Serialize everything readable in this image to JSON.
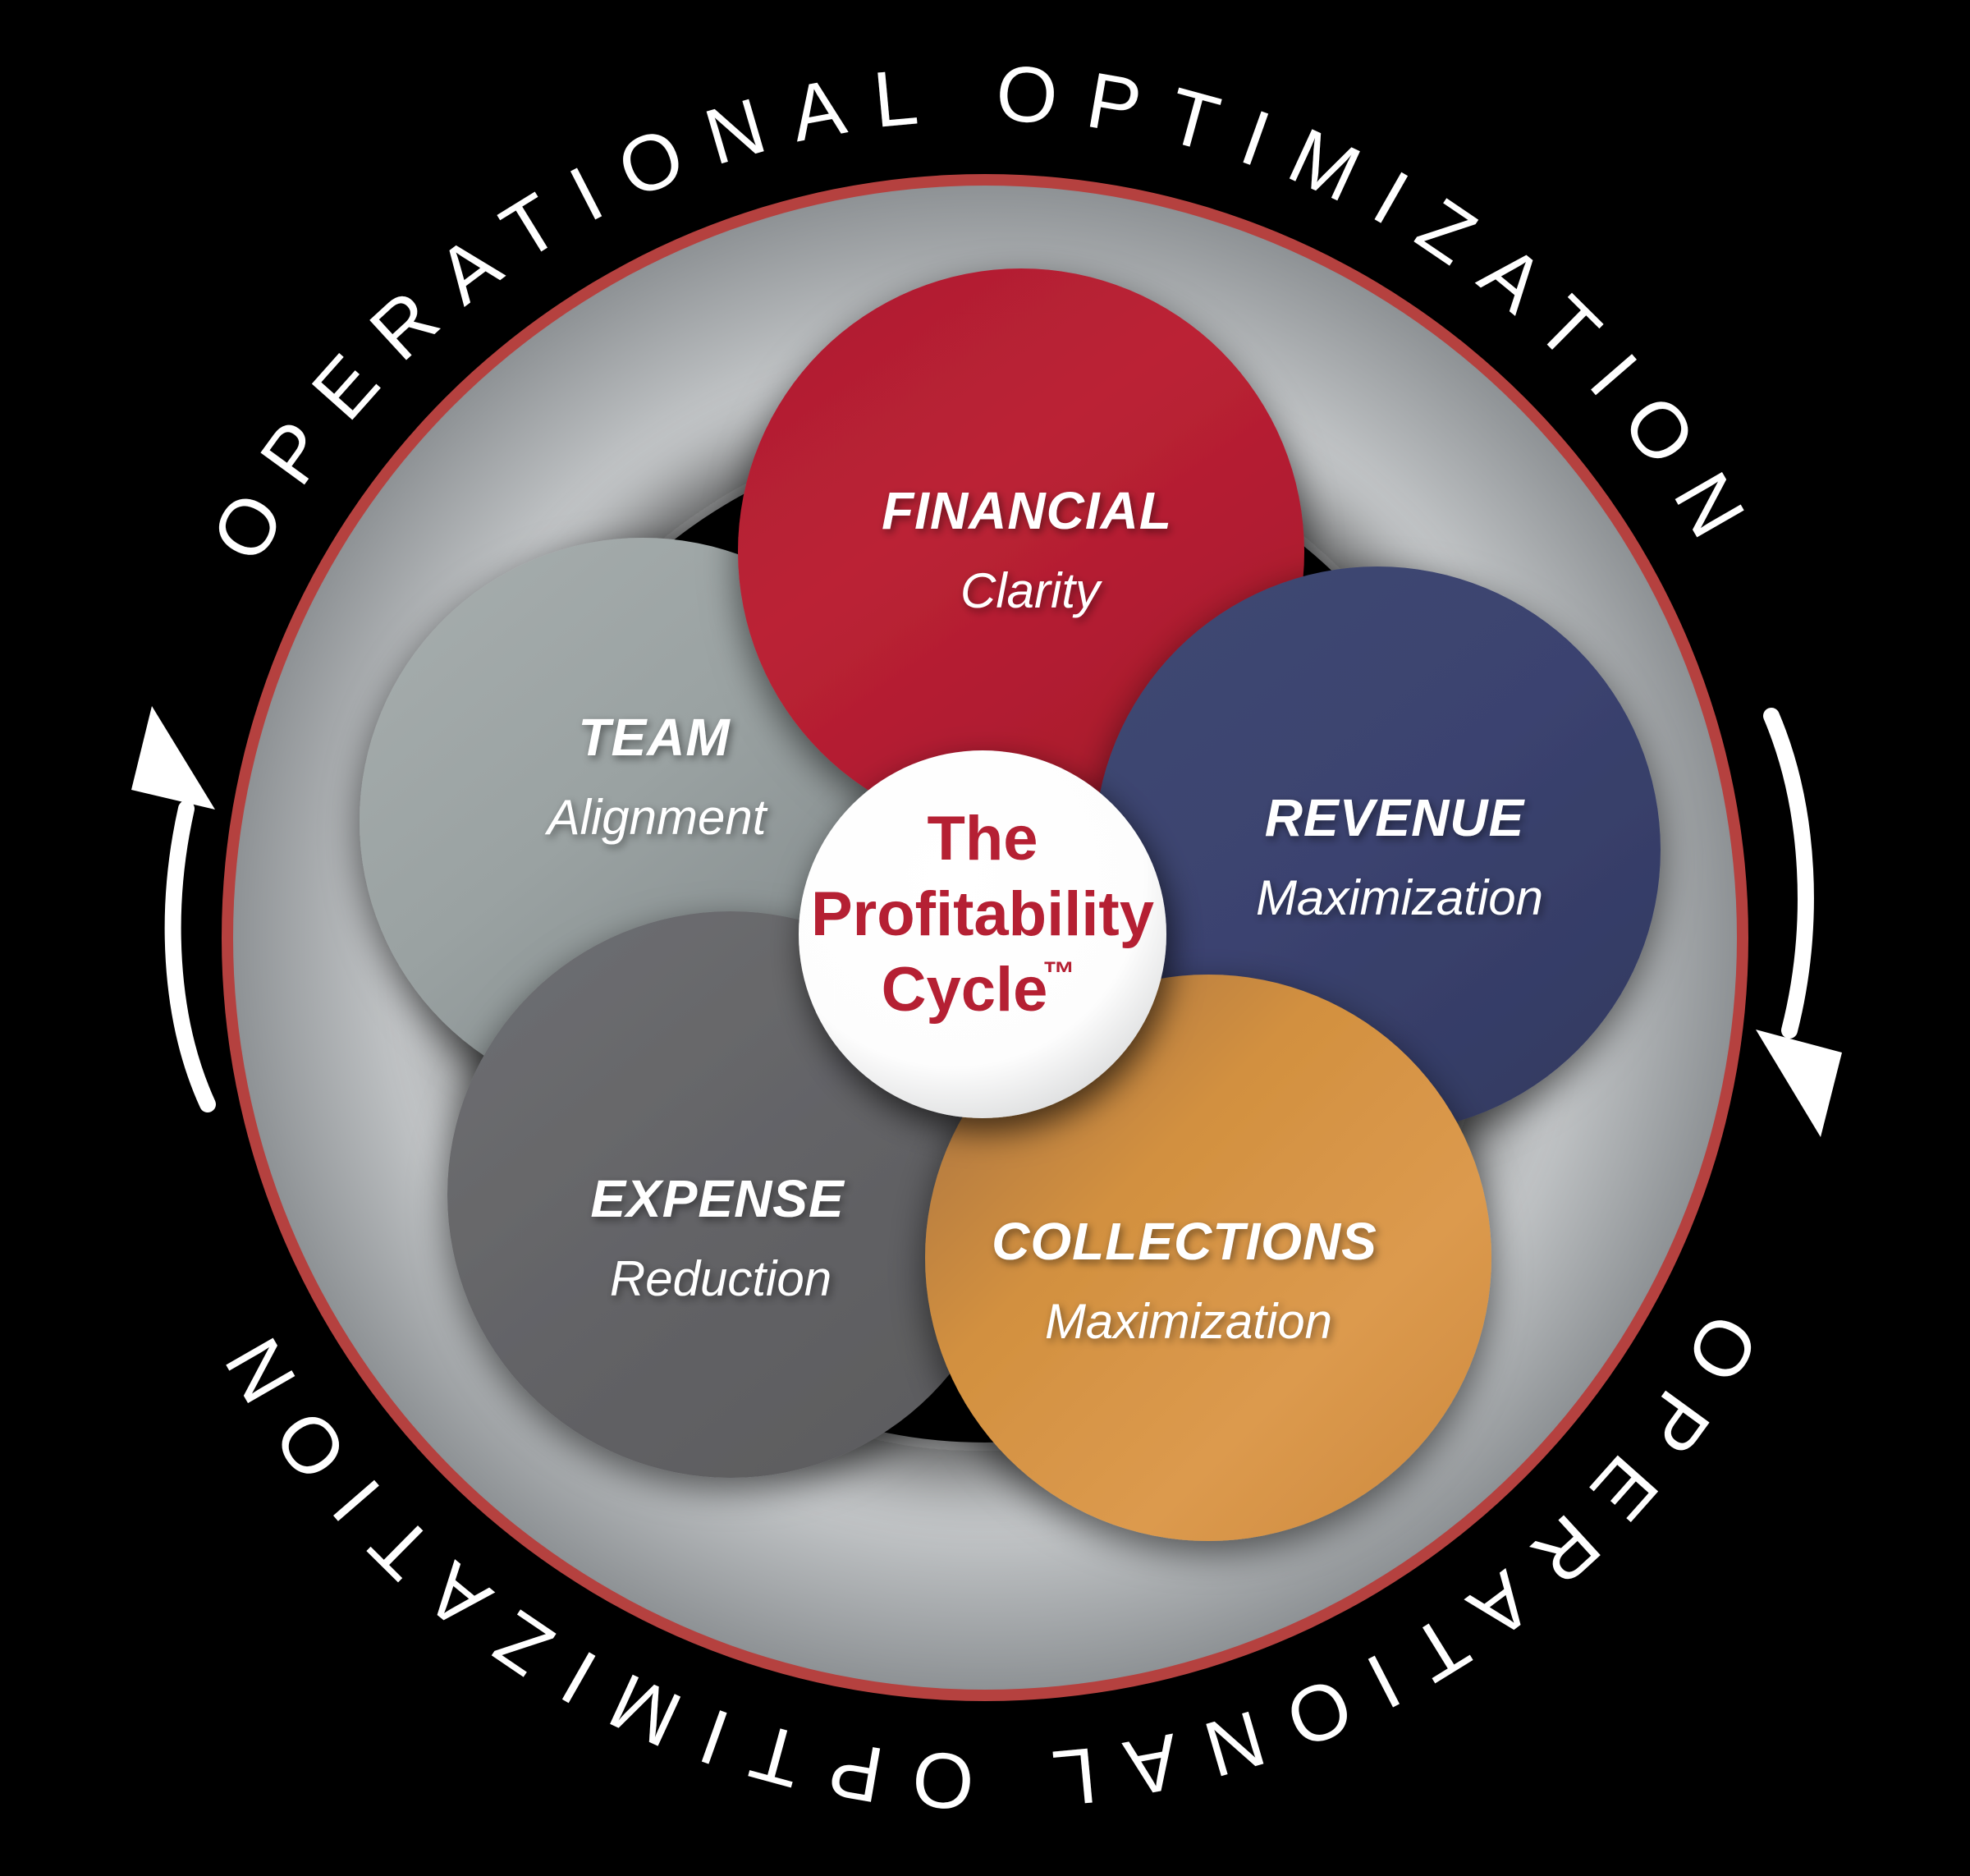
{
  "diagram": {
    "title": "The Profitability Cycle",
    "background_color": "#000000",
    "outer_ring": {
      "top_label": "OPERATIONAL OPTIMIZATION",
      "bottom_label": "OPERATIONAL OPTIMIZATION",
      "text_color": "#ffffff",
      "ring_fill_color": "#f2f2f2",
      "ring_edge_color": "#c0504d"
    },
    "arrows": {
      "left_arrow_direction": "up",
      "right_arrow_direction": "down",
      "color": "#ffffff"
    },
    "hub": {
      "line1": "The",
      "line2": "Profitability",
      "line3": "Cycle",
      "trademark": "™",
      "text_color": "#b52033",
      "fill_color": "#ffffff"
    },
    "lobes": [
      {
        "id": "financial",
        "title": "FINANCIAL",
        "subtitle": "Clarity",
        "color": "#b52033",
        "position": "top"
      },
      {
        "id": "revenue",
        "title": "REVENUE",
        "subtitle": "Maximization",
        "color": "#3a4272",
        "position": "right"
      },
      {
        "id": "collections",
        "title": "COLLECTIONS",
        "subtitle": "Maximization",
        "color": "#d68f4b",
        "position": "bottom-right"
      },
      {
        "id": "expense",
        "title": "EXPENSE",
        "subtitle": "Reduction",
        "color": "#636366",
        "position": "bottom-left"
      },
      {
        "id": "team",
        "title": "TEAM",
        "subtitle": "Alignment",
        "color": "#9ba3a3",
        "position": "left"
      }
    ]
  }
}
